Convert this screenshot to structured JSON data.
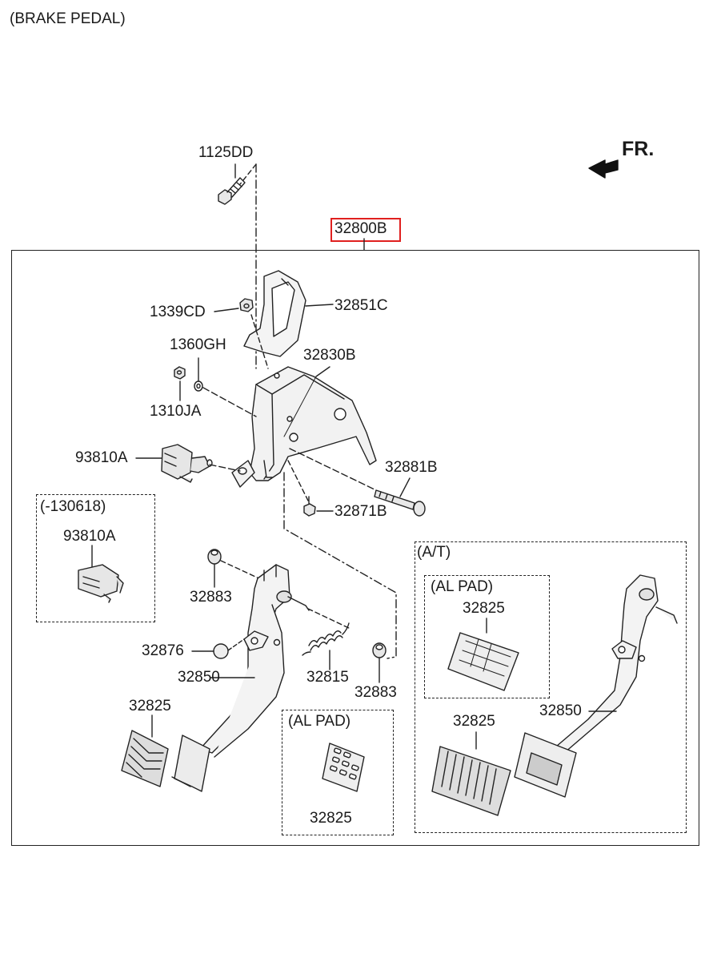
{
  "title": "(BRAKE PEDAL)",
  "direction": "FR.",
  "highlight_color": "#e0201f",
  "assembly_part": "32800B",
  "callouts": {
    "bolt": "1125DD",
    "nut_a": "1339CD",
    "bracket_upper": "32851C",
    "washer": "1360GH",
    "bracket_main": "32830B",
    "nut_b": "1310JA",
    "switch": "93810A",
    "pin": "32881B",
    "screw": "32871B",
    "stopper_left": "32883",
    "cap": "32876",
    "pedal_arm": "32850",
    "spring": "32815",
    "stopper_right": "32883",
    "pad_left": "32825",
    "pad_al_center": "32825",
    "pad_al_at": "32825",
    "pad_at_main": "32825",
    "pedal_arm_at": "32850"
  },
  "groups": {
    "old_switch": {
      "heading": "(-130618)",
      "part": "93810A"
    },
    "al_pad": {
      "heading": "(AL PAD)"
    },
    "at": {
      "heading": "(A/T)"
    },
    "at_al_pad": {
      "heading": "(AL PAD)"
    }
  }
}
